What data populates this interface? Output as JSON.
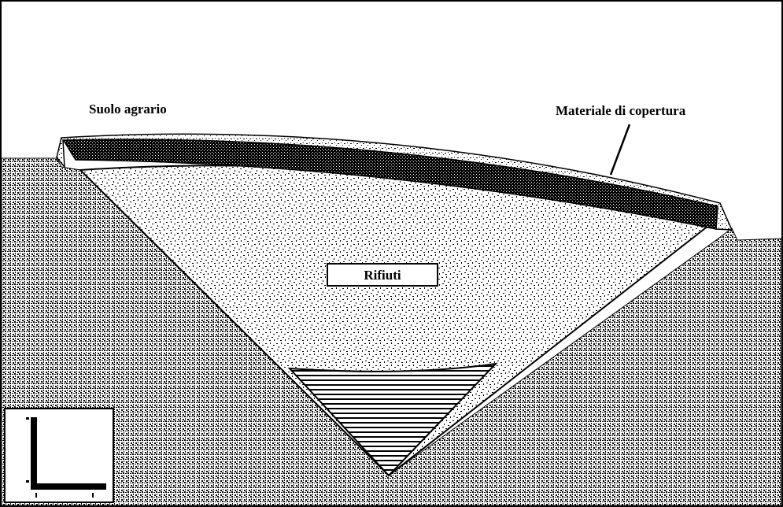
{
  "labels": {
    "topsoil": "Suolo agrario",
    "cover_material": "Materiale di copertura",
    "waste": "Rifiuti"
  },
  "colors": {
    "ink": "#000000",
    "paper": "#ffffff"
  }
}
